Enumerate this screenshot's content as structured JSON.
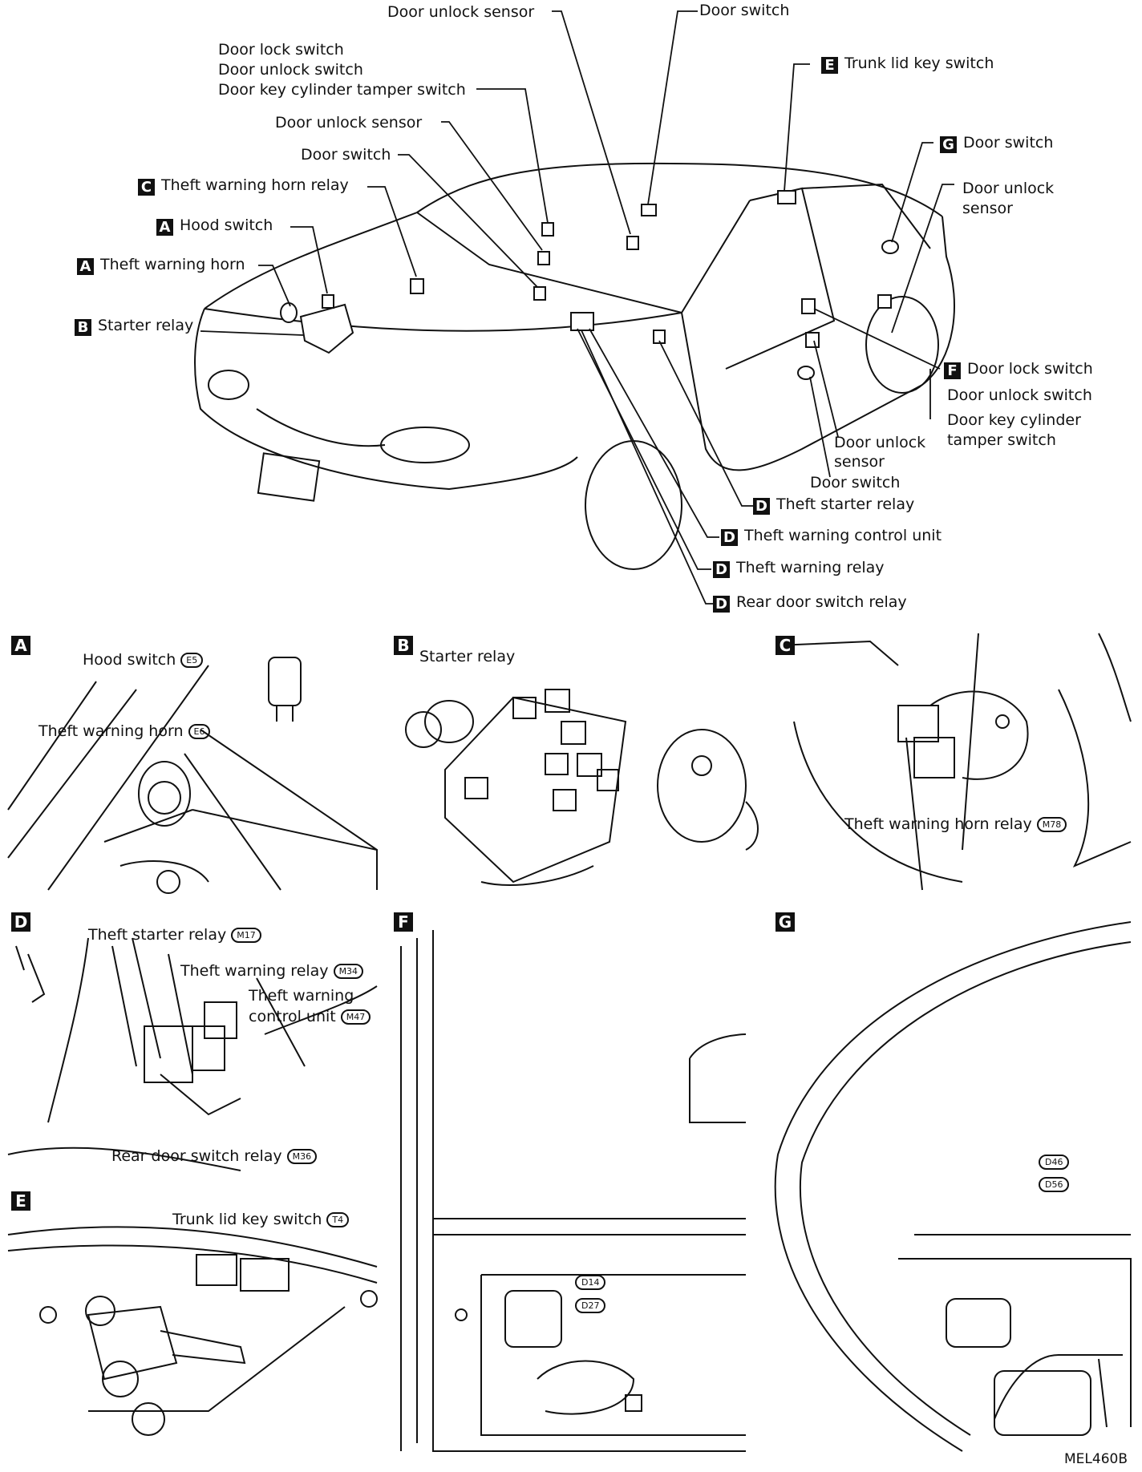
{
  "overview": {
    "labels": {
      "door_unlock_sensor_top": "Door unlock sensor",
      "door_switch_top": "Door switch",
      "door_lock_switch_front": "Door lock switch",
      "door_unlock_switch_front": "Door unlock switch",
      "door_key_cyl_front": "Door key cylinder tamper switch",
      "door_unlock_sensor_mid": "Door unlock sensor",
      "door_switch_mid": "Door switch",
      "theft_horn_relay": "Theft warning horn relay",
      "hood_switch": "Hood switch",
      "theft_horn": "Theft warning horn",
      "starter_relay": "Starter relay",
      "trunk_lid_key_switch": "Trunk lid key switch",
      "door_switch_rear": "Door switch",
      "door_unlock_sensor_rear_1": "Door unlock",
      "door_unlock_sensor_rear_2": "sensor",
      "door_lock_switch_rear": "Door lock switch",
      "door_unlock_switch_rear": "Door unlock switch",
      "door_key_cyl_rear_1": "Door key cylinder",
      "door_key_cyl_rear_2": "tamper switch",
      "door_unlock_sensor_low_1": "Door unlock",
      "door_unlock_sensor_low_2": "sensor",
      "door_switch_low": "Door switch",
      "theft_starter_relay": "Theft starter relay",
      "theft_control_unit": "Theft warning control unit",
      "theft_warning_relay": "Theft warning relay",
      "rear_door_switch_relay": "Rear door switch relay"
    },
    "badges": {
      "a": "A",
      "b": "B",
      "c": "C",
      "d": "D",
      "e": "E",
      "f": "F",
      "g": "G"
    }
  },
  "panels": {
    "a": {
      "badge": "A",
      "hood_switch": "Hood switch",
      "hood_switch_conn": "E5",
      "horn": "Theft warning horn",
      "horn_conn": "E6"
    },
    "b": {
      "badge": "B",
      "starter_relay": "Starter relay"
    },
    "c": {
      "badge": "C",
      "horn_relay": "Theft warning horn relay",
      "horn_relay_conn": "M78"
    },
    "d": {
      "badge": "D",
      "starter_relay": "Theft starter relay",
      "starter_relay_conn": "M17",
      "warning_relay": "Theft warning relay",
      "warning_relay_conn": "M34",
      "control_unit_1": "Theft warning",
      "control_unit_2": "control unit",
      "control_unit_conn": "M47",
      "rear_door_relay": "Rear door switch relay",
      "rear_door_relay_conn": "M36"
    },
    "e": {
      "badge": "E",
      "trunk_switch": "Trunk lid key switch",
      "trunk_switch_conn": "T4"
    },
    "f": {
      "badge": "F",
      "conn_1": "D14",
      "conn_2": "D27"
    },
    "g": {
      "badge": "G",
      "conn_1": "D46",
      "conn_2": "D56"
    }
  },
  "reference": "MEL460B"
}
